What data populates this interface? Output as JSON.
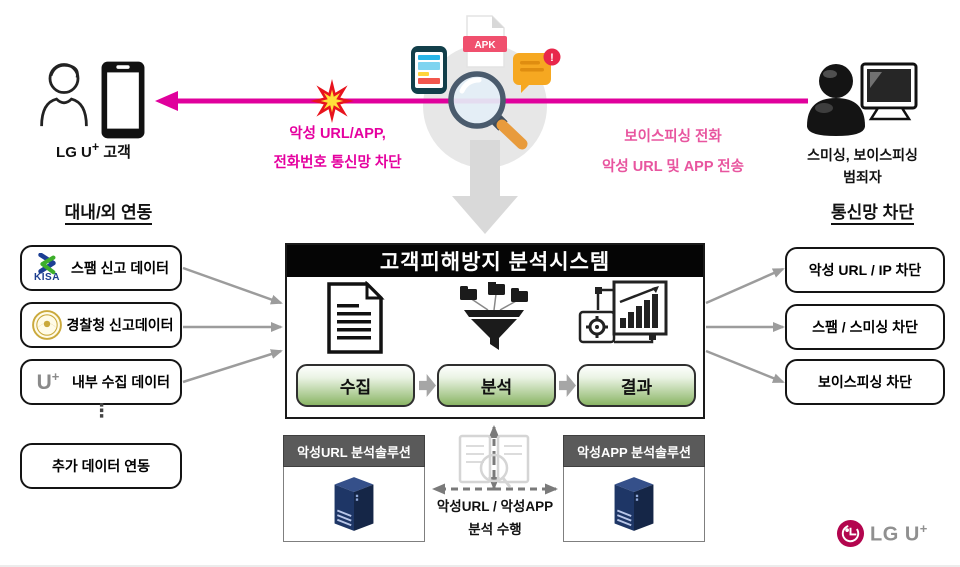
{
  "colors": {
    "arrow_magenta": "#e0009c",
    "text_pink_left": "#e5009f",
    "text_pink_right": "#e8559f",
    "step_green": "#8ab565",
    "system_header_black": "#050505",
    "solution_header_gray": "#5a5a5a",
    "server_navy": "#1e3666",
    "lg_crimson": "#b3054e",
    "connector_gray": "#9c9c9c"
  },
  "top": {
    "customer_label": {
      "prefix": "LG U",
      "sup": "+",
      "suffix": " 고객"
    },
    "attack_left_line1": "악성 URL/APP,",
    "attack_left_line2": "전화번호 통신망 차단",
    "attack_right_line1": "보이스피싱 전화",
    "attack_right_line2": "악성 URL 및 APP 전송",
    "attacker_line1": "스미싱, 보이스피싱",
    "attacker_line2": "범죄자",
    "apk_label": "APK",
    "alert_badge": "!"
  },
  "left_panel": {
    "heading": "대내/외 연동",
    "box1": "스팸 신고 데이터",
    "box1_icon_text": "KISA",
    "box2": "경찰청 신고데이터",
    "box3": "내부 수집 데이터",
    "box3_icon": {
      "prefix": "U",
      "sup": "+"
    },
    "ellipsis": "⋮",
    "box4": "추가 데이터 연동"
  },
  "system": {
    "title": "고객피해방지 분석시스템",
    "steps": [
      "수집",
      "분석",
      "결과"
    ]
  },
  "solutions": {
    "left_header": "악성URL 분석솔루션",
    "right_header": "악성APP 분석솔루션",
    "middle_line1": "악성URL / 악성APP",
    "middle_line2": "분석 수행"
  },
  "right_panel": {
    "heading": "통신망 차단",
    "box1": "악성 URL / IP 차단",
    "box2": "스팸 / 스미싱 차단",
    "box3": "보이스피싱 차단"
  },
  "footer_logo": {
    "prefix": "LG U",
    "sup": "+"
  }
}
